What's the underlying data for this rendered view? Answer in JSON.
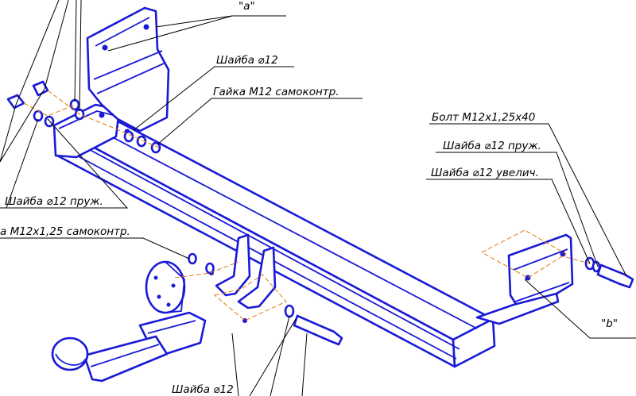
{
  "labels": {
    "washer_12": "Шайба ⌀12",
    "nut_m12_self": "Гайка М12 самоконтр.",
    "bolt_m12x125x40": "Болт М12х1,25х40",
    "washer_12_spring_right": "Шайба ⌀12 пруж.",
    "washer_12_enlarged": "Шайба ⌀12 увелич.",
    "washer_12_spring_left": "Шайба ⌀12 пруж.",
    "nut_m12x125_self": "а М12х1,25 самоконтр.",
    "washer_12_bottom": "Шайба ⌀12",
    "view_a": "\"а\"",
    "view_b": "\"b\""
  },
  "colors": {
    "steel": "#1a1ad6",
    "leader": "#000000",
    "guide": "#e07a10"
  }
}
